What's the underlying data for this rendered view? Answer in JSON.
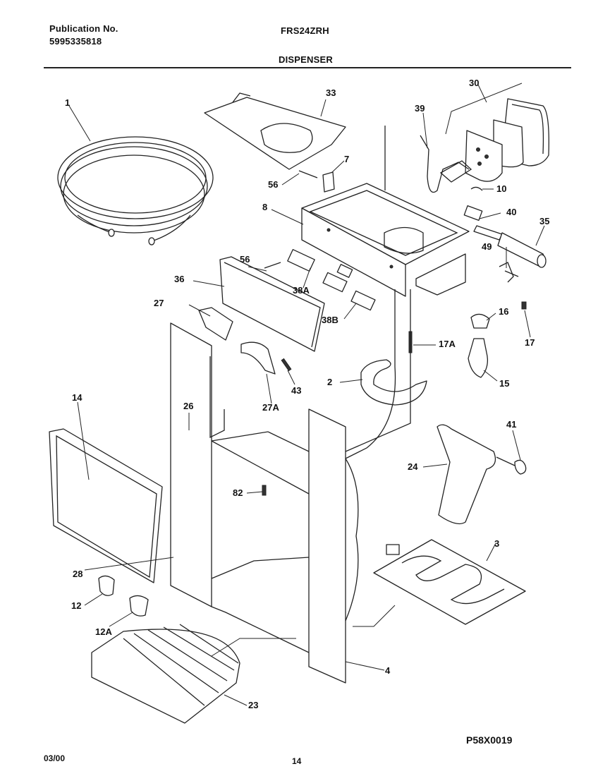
{
  "header": {
    "publication_label": "Publication No.",
    "publication_number": "5995335818",
    "model": "FRS24ZRH",
    "section": "DISPENSER"
  },
  "footer": {
    "date": "03/00",
    "page": "14",
    "figure_code": "P58X0019"
  },
  "callouts": [
    "1",
    "33",
    "30",
    "39",
    "7",
    "56",
    "10",
    "8",
    "40",
    "35",
    "56",
    "49",
    "36",
    "38A",
    "16",
    "27",
    "38B",
    "17A",
    "17",
    "2",
    "15",
    "43",
    "14",
    "26",
    "27A",
    "41",
    "24",
    "82",
    "3",
    "28",
    "12",
    "12A",
    "4",
    "23"
  ]
}
